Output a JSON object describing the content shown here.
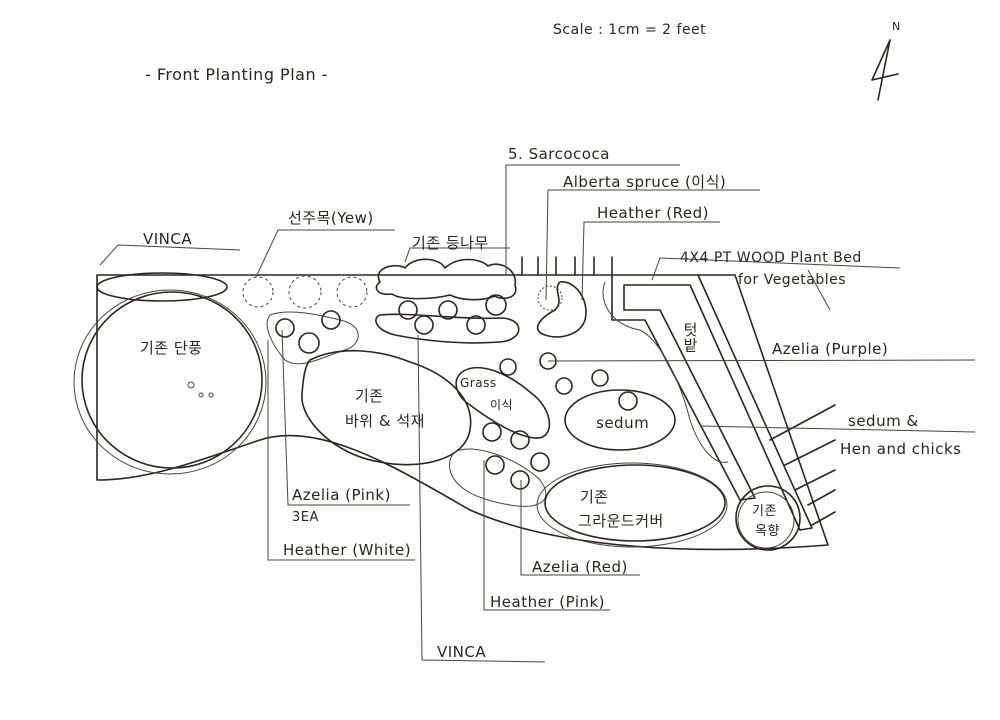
{
  "header": {
    "title": "- Front Planting Plan -",
    "scale": "Scale : 1cm = 2 feet",
    "north": "N"
  },
  "labels": {
    "vinca_top": "VINCA",
    "yew": "선주목(Yew)",
    "existing_wisteria": "기존 등나무",
    "sarcococa": "5. Sarcococa",
    "alberta_spruce": "Alberta spruce (이식)",
    "heather_red": "Heather (Red)",
    "plant_bed_line1": "4X4 PT WOOD Plant Bed",
    "plant_bed_line2": "for Vegetables",
    "azelia_purple": "Azelia (Purple)",
    "sedum_hens_line1": "sedum &",
    "sedum_hens_line2": "Hen and chicks",
    "azelia_pink": "Azelia (Pink)",
    "azelia_pink_qty": "3EA",
    "heather_white": "Heather (White)",
    "azelia_red": "Azelia (Red)",
    "heather_pink": "Heather (Pink)",
    "vinca_bottom": "VINCA"
  },
  "areas": {
    "existing_maple": "기존 단풍",
    "rock_line1": "기존",
    "rock_line2": "바위 & 석재",
    "grass_line1": "Grass",
    "grass_line2": "이식",
    "sedum": "sedum",
    "groundcover_line1": "기존",
    "groundcover_line2": "그라운드커버",
    "vegetable_garden": "텃밭",
    "juniper_line1": "기존",
    "juniper_line2": "옥향"
  }
}
